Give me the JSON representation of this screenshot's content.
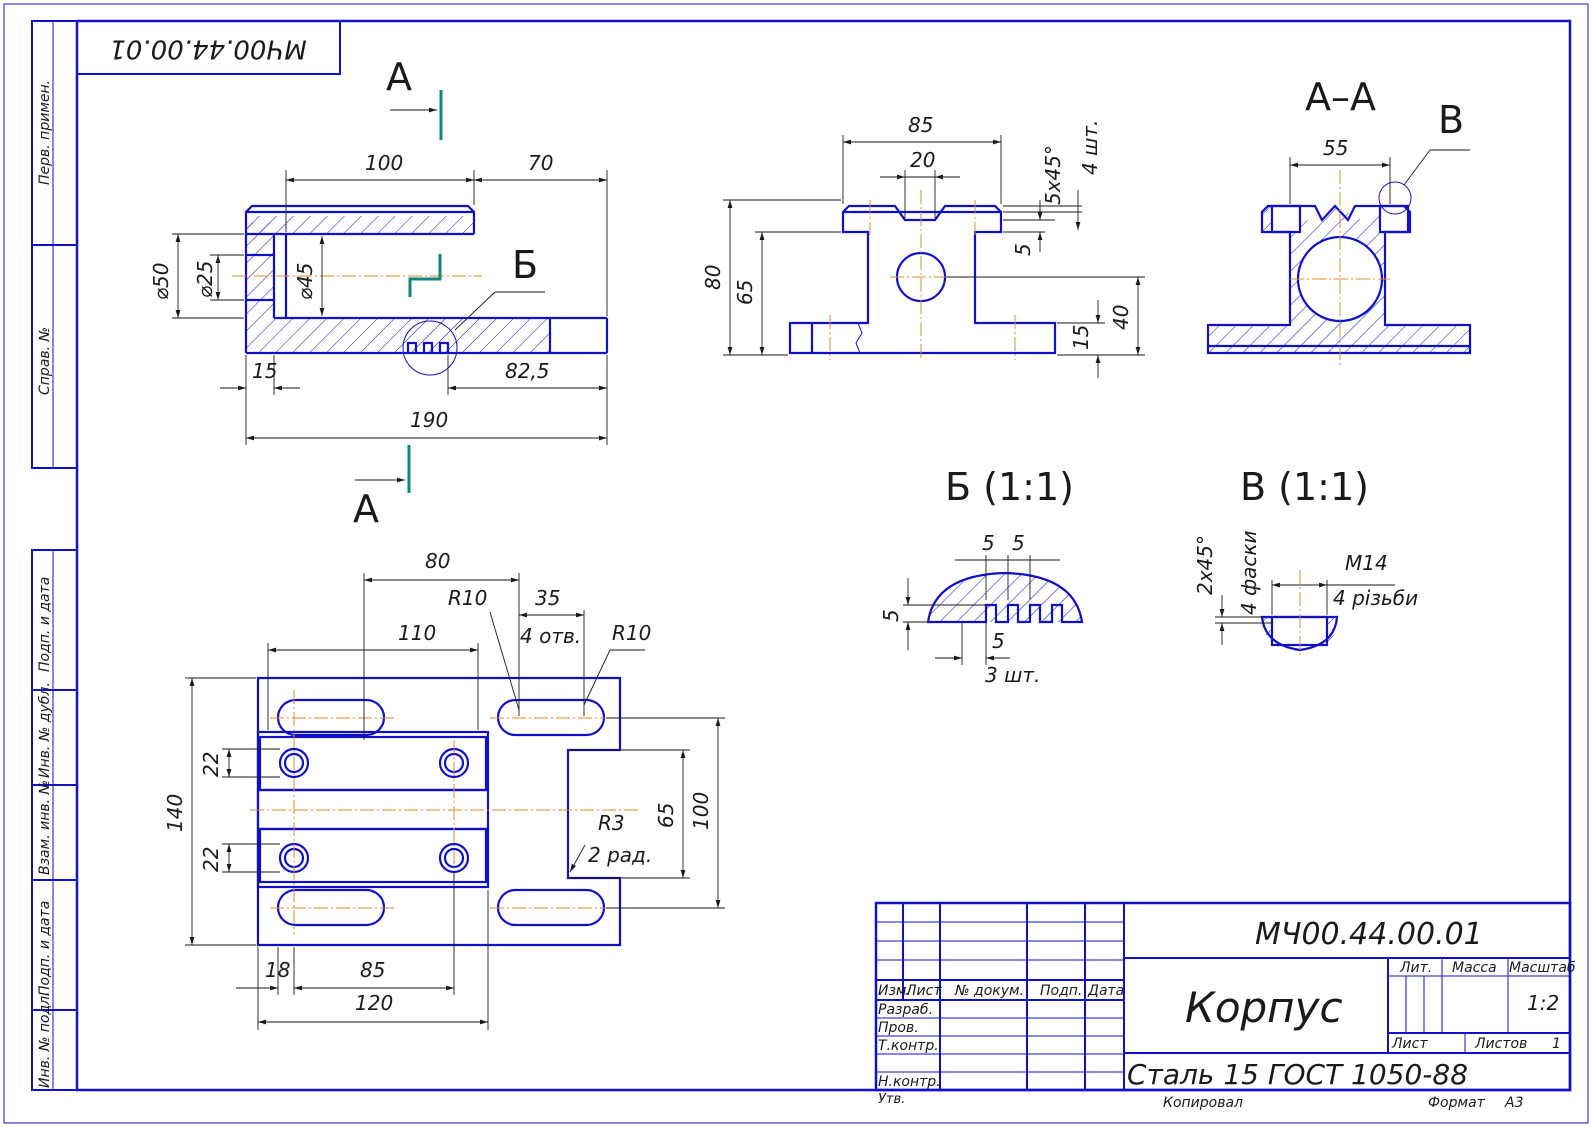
{
  "drawing": {
    "code": "МЧ00.44.00.01",
    "code_mirrored": "МЧ00.44.00.01",
    "title": "Корпус",
    "material": "Сталь 15  ГОСТ 1050-88",
    "scale": "1:2",
    "sheet_count": "1",
    "copied_by": "Копировал",
    "format_label": "Формат",
    "format_value": "А3"
  },
  "side_strip": {
    "first_use": "Перв. примен.",
    "reference_no": "Справ. №",
    "sign_date_1": "Подп. и дата",
    "dup_inv": "Инв. № дубл.",
    "instead_inv": "Взам. инв. №",
    "sign_date_2": "Подп. и дата",
    "orig_inv": "Инв. № подл."
  },
  "title_block": {
    "col_change": "Изм.",
    "col_sheet": "Лист",
    "col_doc": "№ докум.",
    "col_sign": "Подп.",
    "col_date": "Дата",
    "row_developed": "Разраб.",
    "row_checked": "Пров.",
    "row_tech": "Т.контр.",
    "row_norm": "Н.контр.",
    "row_approved": "Утв.",
    "lit": "Лит.",
    "mass": "Масса",
    "scale_label": "Масштаб",
    "sheet_label": "Лист",
    "sheets_label": "Листов"
  },
  "views": {
    "section_mark": "А",
    "section_title": "А–А",
    "detail_b_mark": "Б",
    "detail_v_mark": "В",
    "detail_b_title": "Б (1:1)",
    "detail_v_title": "В (1:1)"
  },
  "dimensions": {
    "front": [
      "100",
      "70",
      "⌀50",
      "⌀25",
      "⌀45",
      "15",
      "82,5",
      "190"
    ],
    "side": [
      "85",
      "20",
      "5x45°",
      "4 шт.",
      "5",
      "80",
      "65",
      "40",
      "15"
    ],
    "section": [
      "55"
    ],
    "top": [
      "80",
      "R10",
      "35",
      "4 отв.",
      "110",
      "R10",
      "22",
      "22",
      "140",
      "65",
      "100",
      "R3",
      "2 рад.",
      "18",
      "85",
      "120"
    ],
    "detail_b": [
      "5",
      "5",
      "5",
      "5",
      "3 шт."
    ],
    "detail_v": [
      "2x45°",
      "4 фаски",
      "M14",
      "4 різьби"
    ]
  }
}
